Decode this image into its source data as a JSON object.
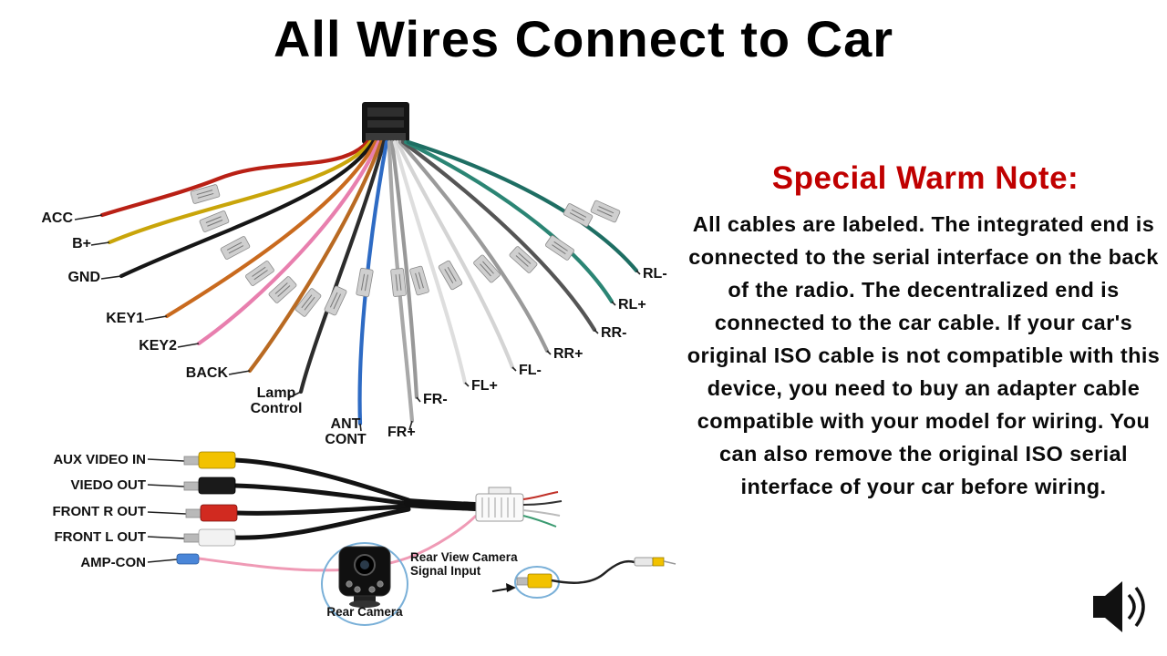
{
  "title": "All Wires Connect to Car",
  "note": {
    "heading": "Special Warm Note:",
    "heading_color": "#c00000",
    "body": "All cables are labeled. The integrated end is connected to the serial interface on the back of the radio. The decentralized end is connected to the car cable. If your car's original ISO cable is not compatible with this device, you need to buy an adapter cable compatible with your model for wiring. You can also remove the original ISO serial interface of your car before wiring."
  },
  "harness": {
    "left_wires": [
      {
        "label": "ACC",
        "color": "#b92015"
      },
      {
        "label": "B+",
        "color": "#c9a50a"
      },
      {
        "label": "GND",
        "color": "#161616"
      },
      {
        "label": "KEY1",
        "color": "#c96a1e"
      },
      {
        "label": "KEY2",
        "color": "#e87fae"
      },
      {
        "label": "BACK",
        "color": "#b96a22"
      },
      {
        "label": "Lamp Control",
        "color": "#2c2c2c"
      },
      {
        "label": "ANT CONT",
        "color": "#2e6bc4"
      }
    ],
    "right_wires": [
      {
        "label": "FR+",
        "color": "#a8a8a8"
      },
      {
        "label": "FR-",
        "color": "#989898"
      },
      {
        "label": "FL+",
        "color": "#dedede"
      },
      {
        "label": "FL-",
        "color": "#d4d4d4"
      },
      {
        "label": "RR+",
        "color": "#9a9a9a"
      },
      {
        "label": "RR-",
        "color": "#555555"
      },
      {
        "label": "RL+",
        "color": "#2b8574"
      },
      {
        "label": "RL-",
        "color": "#1e6e63"
      }
    ]
  },
  "rca": {
    "items": [
      {
        "label": "AUX VIDEO IN",
        "color": "#f2c200"
      },
      {
        "label": "VIEDO OUT",
        "color": "#1a1a1a"
      },
      {
        "label": "FRONT R OUT",
        "color": "#d12a20"
      },
      {
        "label": "FRONT L OUT",
        "color": "#f2f2f2"
      },
      {
        "label": "AMP-CON",
        "color": "#4a86d8"
      }
    ]
  },
  "camera": {
    "callout": "Rear View Camera Signal Input",
    "label": "Rear Camera"
  },
  "icons": {
    "speaker": "speaker-icon"
  }
}
